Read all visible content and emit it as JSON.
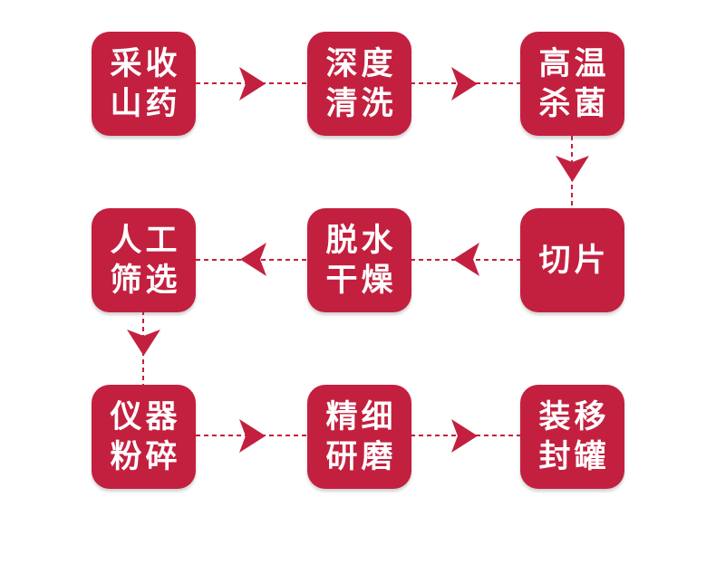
{
  "colors": {
    "accent": "#C3203F",
    "background": "#FFFFFF",
    "box_text": "#FFFFFF"
  },
  "flow": {
    "title": "production-process-flowchart",
    "steps": [
      {
        "id": "harvest",
        "line1": "采收",
        "line2": "山药"
      },
      {
        "id": "wash",
        "line1": "深度",
        "line2": "清洗"
      },
      {
        "id": "sterilize",
        "line1": "高温",
        "line2": "杀菌"
      },
      {
        "id": "slice",
        "line1": "切片"
      },
      {
        "id": "dry",
        "line1": "脱水",
        "line2": "干燥"
      },
      {
        "id": "screen",
        "line1": "人工",
        "line2": "筛选"
      },
      {
        "id": "crush",
        "line1": "仪器",
        "line2": "粉碎"
      },
      {
        "id": "grind",
        "line1": "精细",
        "line2": "研磨"
      },
      {
        "id": "can",
        "line1": "装移",
        "line2": "封罐"
      }
    ],
    "connections": [
      {
        "from": "harvest",
        "to": "wash",
        "direction": "right"
      },
      {
        "from": "wash",
        "to": "sterilize",
        "direction": "right"
      },
      {
        "from": "sterilize",
        "to": "slice",
        "direction": "down"
      },
      {
        "from": "slice",
        "to": "dry",
        "direction": "left"
      },
      {
        "from": "dry",
        "to": "screen",
        "direction": "left"
      },
      {
        "from": "screen",
        "to": "crush",
        "direction": "down"
      },
      {
        "from": "crush",
        "to": "grind",
        "direction": "right"
      },
      {
        "from": "grind",
        "to": "can",
        "direction": "right"
      }
    ]
  }
}
